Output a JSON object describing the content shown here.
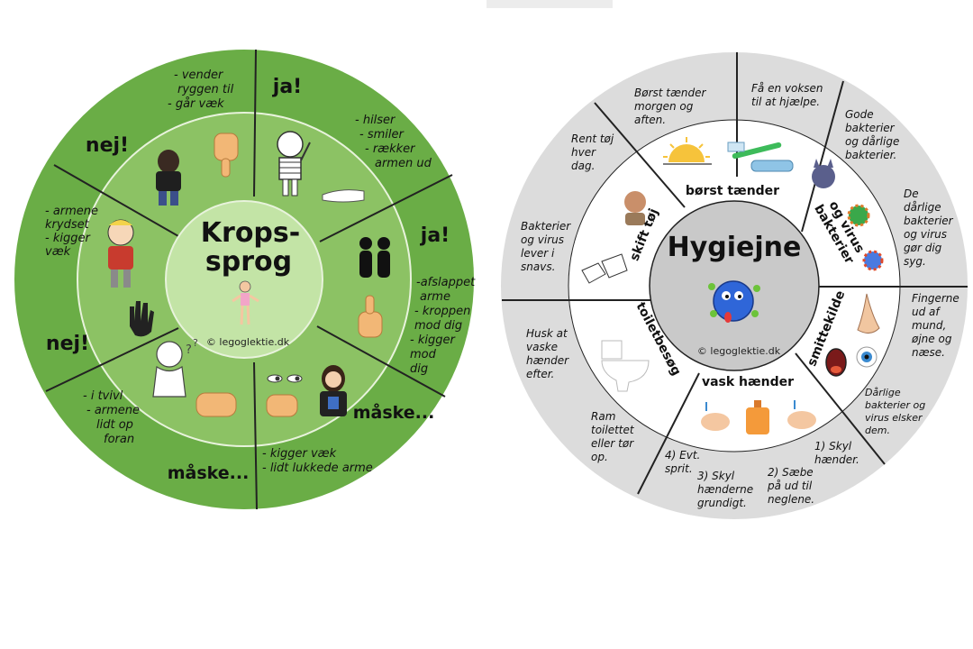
{
  "left_wheel": {
    "title_line1": "Krops-",
    "title_line2": "sprog",
    "credit": "© legoglektie.dk",
    "outer_labels": {
      "nej_top": "nej!",
      "ja_top": "ja!",
      "ja_right": "ja!",
      "nej_left": "nej!",
      "maaske_right": "måske...",
      "maaske_bottom": "måske..."
    },
    "descriptions": {
      "top_left": [
        "- vender",
        "ryggen til",
        "- går væk"
      ],
      "top_right": [
        "- hilser",
        "- smiler",
        "- rækker",
        "armen ud"
      ],
      "left": [
        "- armene",
        "krydset",
        "- kigger",
        "væk"
      ],
      "right": [
        "-afslappet",
        "arme",
        "- kroppen",
        "mod dig",
        "- kigger",
        "mod",
        "dig"
      ],
      "bottom_left": [
        "- i tvivl",
        "- armene",
        "lidt op",
        "foran"
      ],
      "bottom_right": [
        "- kigger væk",
        "- lidt lukkede arme"
      ]
    }
  },
  "right_wheel": {
    "title": "Hygiejne",
    "credit": "© legoglektie.dk",
    "segments": {
      "borst": "børst tænder",
      "bakterier_l1": "bakterier",
      "bakterier_l2": "og virus",
      "smittekilde": "smittekilde",
      "vask": "vask hænder",
      "toilet": "toiletbesøg",
      "skift": "skift tøj"
    },
    "outer_texts": {
      "borst_a": [
        "Børst tænder",
        "morgen og",
        "aften."
      ],
      "borst_b": [
        "Få en voksen",
        "til at hjælpe."
      ],
      "bakt_a": [
        "Gode",
        "bakterier",
        "og dårlige",
        "bakterier."
      ],
      "bakt_b": [
        "De",
        "dårlige",
        "bakterier",
        "og virus",
        "gør dig",
        "syg."
      ],
      "smitte_a": [
        "Fingerne",
        "ud af",
        "mund,",
        "øjne og",
        "næse."
      ],
      "smitte_b": [
        "Dårlige",
        "bakterier og",
        "virus elsker",
        "dem."
      ],
      "vask_1": [
        "1) Skyl",
        "hænder."
      ],
      "vask_2": [
        "2) Sæbe",
        "på ud til",
        "neglene."
      ],
      "vask_3": [
        "3) Skyl",
        "hænderne",
        "grundigt."
      ],
      "vask_4": [
        "4) Evt.",
        "sprit."
      ],
      "toilet_a": [
        "Ram",
        "toilettet",
        "eller tør",
        "op."
      ],
      "toilet_b": [
        "Husk at",
        "vaske",
        "hænder",
        "efter."
      ],
      "skift_a": [
        "Bakterier",
        "og virus",
        "lever i",
        "snavs."
      ],
      "skift_b": [
        "Rent tøj",
        "hver",
        "dag."
      ]
    }
  },
  "colors": {
    "green_outer": "#6aad46",
    "green_mid": "#8cc264",
    "green_inner": "#c3e4a6",
    "grey_outer": "#dcdcdc",
    "grey_center": "#c9c9c9",
    "divider": "#222222"
  }
}
